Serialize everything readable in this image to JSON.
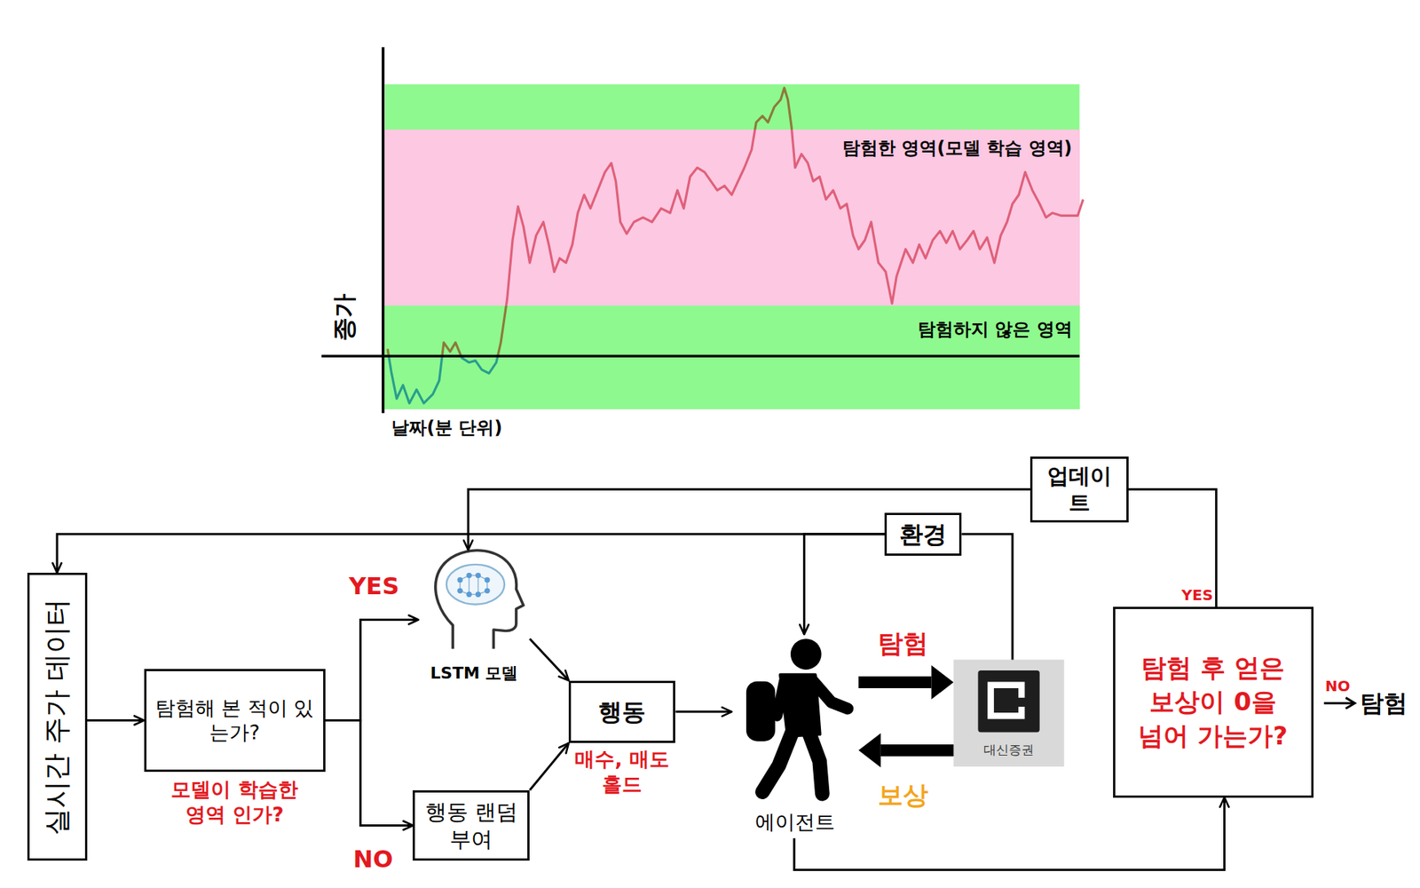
{
  "diagram": {
    "nodes": [
      {
        "text": [
          "탐험한 영역(모델 학습 영역)"
        ]
      },
      {
        "text": [
          "탐험하지 않은 영역"
        ]
      },
      {
        "text": [
          "업데이트"
        ]
      },
      {
        "text": [
          "환경"
        ]
      },
      {
        "text": [
          "실시간 주가 데이터"
        ]
      },
      {
        "text": [
          "LSTM 모델"
        ]
      },
      {
        "text": [
          "탐험해 본 적이 있는가?",
          "모델이 학습한 영역 인가?"
        ]
      },
      {
        "text": [
          "행동",
          "매수, 매도 홀드"
        ]
      },
      {
        "text": [
          "에이전트"
        ]
      },
      {
        "text": [
          "대신증권"
        ]
      },
      {
        "text": [
          "탐험 후 얻은 보상이 0을 넘어 가는가?"
        ]
      },
      {
        "text": [
          "행동 랜덤 부여"
        ]
      }
    ],
    "edges": [
      {
        "from": 4,
        "to": 6,
        "arrow": "to"
      },
      {
        "from": 6,
        "to": 5,
        "label": "YES",
        "arrow": "to"
      },
      {
        "from": 6,
        "to": 11,
        "label": "NO",
        "arrow": "to"
      },
      {
        "from": 5,
        "to": 7,
        "arrow": "to"
      },
      {
        "from": 11,
        "to": 7,
        "arrow": "to"
      },
      {
        "from": 7,
        "to": 8,
        "arrow": "to"
      },
      {
        "from": 8,
        "to": 9,
        "label": "탐험",
        "arrow": "to"
      },
      {
        "from": 9,
        "to": 8,
        "label": "보상",
        "arrow": "to"
      },
      {
        "from": 9,
        "to": 3,
        "arrow": "none"
      },
      {
        "from": 3,
        "to": 8,
        "arrow": "to"
      },
      {
        "from": 3,
        "to": 4,
        "arrow": "to"
      },
      {
        "from": 8,
        "to": 10,
        "arrow": "to"
      },
      {
        "from": 10,
        "to": 2,
        "label": "YES",
        "arrow": "none"
      },
      {
        "from": 2,
        "to": 5,
        "arrow": "to"
      }
    ],
    "labels": [
      "종가",
      "날짜(분 단위)",
      "NO",
      "탐험"
    ]
  }
}
